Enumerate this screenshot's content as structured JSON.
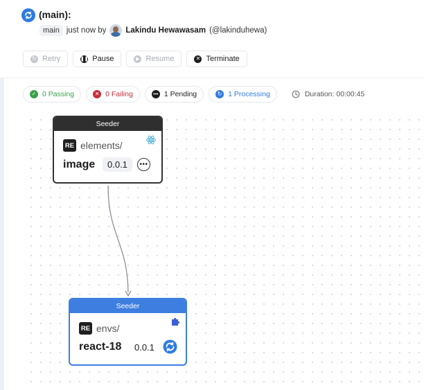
{
  "header": {
    "title": "(main):",
    "branch": "main",
    "time": "just now by",
    "author": "Lakindu Hewawasam",
    "handle": "(@lakinduhewa)"
  },
  "actions": [
    {
      "label": "Retry",
      "icon": "retry-icon",
      "disabled": true
    },
    {
      "label": "Pause",
      "icon": "pause-icon",
      "disabled": false
    },
    {
      "label": "Resume",
      "icon": "play-icon",
      "disabled": true
    },
    {
      "label": "Terminate",
      "icon": "close-icon",
      "disabled": false
    }
  ],
  "filters": [
    {
      "label": "0 Passing",
      "color": "#3aa14b"
    },
    {
      "label": "0 Failing",
      "color": "#c72c3b"
    },
    {
      "label": "1 Pending",
      "color": "#1c1c1c"
    },
    {
      "label": "1 Processing",
      "color": "#2f7ce0"
    }
  ],
  "duration": "Duration: 00:00:45",
  "nodes": [
    {
      "header": "Seeder",
      "scope_badge": "RE",
      "scope": "elements/",
      "name": "image",
      "version": "0.0.1",
      "corner_icon": "react-icon",
      "status_icon": "more-icon"
    },
    {
      "header": "Seeder",
      "scope_badge": "RE",
      "scope": "envs/",
      "name": "react-18",
      "version": "0.0.1",
      "corner_icon": "puzzle-icon",
      "status_icon": "processing-icon"
    }
  ],
  "colors": {
    "accent": "#3d7ee0",
    "passing": "#3aa14b",
    "failing": "#c72c3b"
  }
}
